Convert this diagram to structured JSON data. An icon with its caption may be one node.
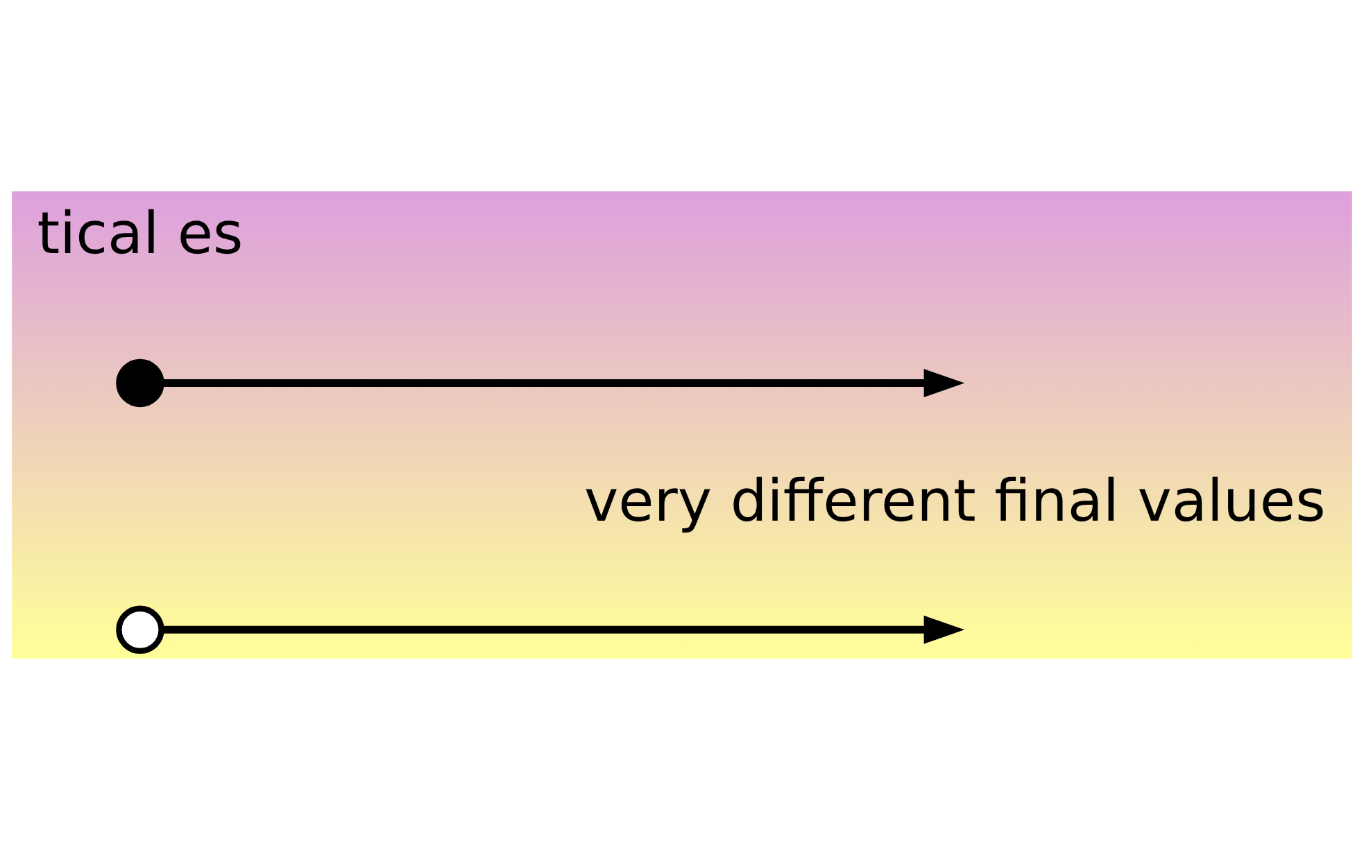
{
  "diagram": {
    "nodes": [
      {
        "text": [],
        "shape": "circle"
      },
      {
        "text": [],
        "shape": "circle"
      }
    ],
    "edges": [
      {
        "from": 0,
        "to": null,
        "arrow": "to"
      },
      {
        "from": 1,
        "to": null,
        "arrow": "to"
      }
    ],
    "labels": [
      "tical es",
      "very different final values"
    ]
  }
}
